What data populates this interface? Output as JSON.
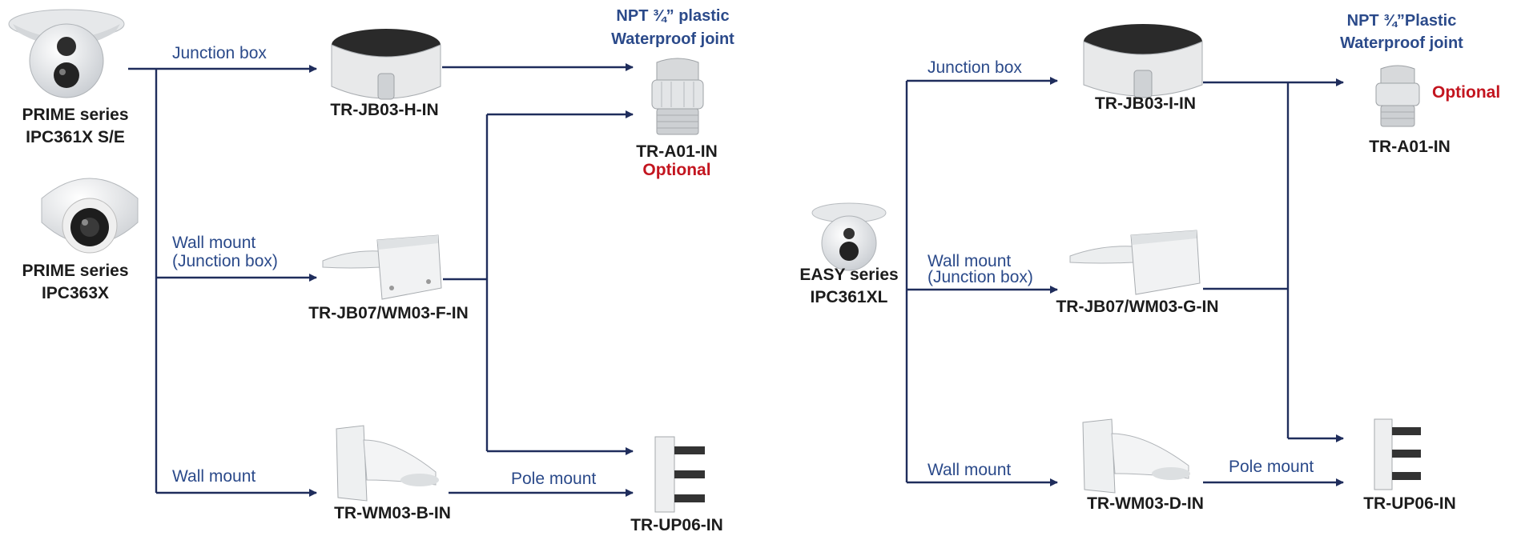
{
  "left": {
    "cameras": [
      {
        "series": "PRIME series",
        "model": "IPC361X S/E"
      },
      {
        "series": "PRIME series",
        "model": "IPC363X"
      }
    ],
    "connections": {
      "junction": "Junction box",
      "wall_jb_1": "Wall mount",
      "wall_jb_2": "(Junction box)",
      "wall": "Wall mount",
      "pole": "Pole mount"
    },
    "products": {
      "jb": "TR-JB03-H-IN",
      "wall_jb": "TR-JB07/WM03-F-IN",
      "wall": "TR-WM03-B-IN",
      "joint": "TR-A01-IN",
      "pole": "TR-UP06-IN"
    },
    "npt_line1": "NPT ¾” plastic",
    "npt_line2": "Waterproof joint",
    "optional": "Optional"
  },
  "right": {
    "camera": {
      "series": "EASY series",
      "model": "IPC361XL"
    },
    "connections": {
      "junction": "Junction box",
      "wall_jb_1": "Wall mount",
      "wall_jb_2": "(Junction box)",
      "wall": "Wall mount",
      "pole": "Pole mount"
    },
    "products": {
      "jb": "TR-JB03-I-IN",
      "wall_jb": "TR-JB07/WM03-G-IN",
      "wall": "TR-WM03-D-IN",
      "joint": "TR-A01-IN",
      "pole": "TR-UP06-IN"
    },
    "npt_line1": "NPT ¾”Plastic",
    "npt_line2": "Waterproof joint",
    "optional": "Optional"
  },
  "colors": {
    "line": "#1f2d5c",
    "label": "#2b4a8a",
    "optional": "#c3151f"
  }
}
